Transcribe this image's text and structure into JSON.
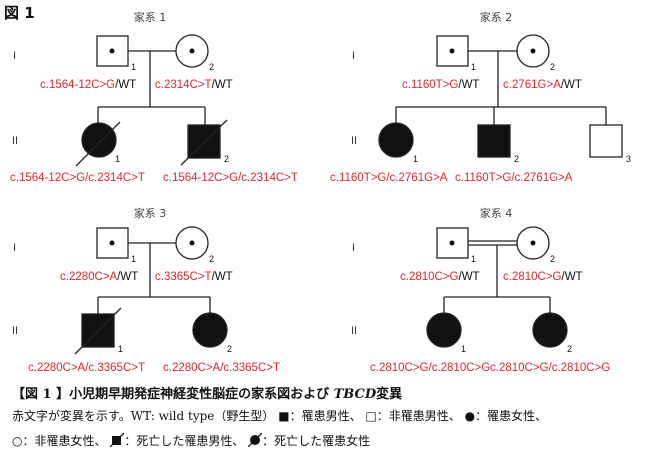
{
  "figure_label": "図 1",
  "families": [
    {
      "title": "家系 1",
      "parents": [
        {
          "num": "1",
          "variant": "c.1564-12C>G",
          "wt": "/WT"
        },
        {
          "num": "2",
          "variant": "c.2314C>T",
          "wt": "/WT"
        }
      ],
      "children": [
        {
          "num": "1",
          "label": "c.1564-12C>G/c.2314C>T"
        },
        {
          "num": "2",
          "label": "c.1564-12C>G/c.2314C>T"
        }
      ]
    },
    {
      "title": "家系 2",
      "parents": [
        {
          "num": "1",
          "variant": "c.1160T>G",
          "wt": "/WT"
        },
        {
          "num": "2",
          "variant": "c.2761G>A",
          "wt": "/WT"
        }
      ],
      "children": [
        {
          "num": "1",
          "label": "c.1160T>G/c.2761G>A"
        },
        {
          "num": "2",
          "label": "c.1160T>G/c.2761G>A"
        },
        {
          "num": "3",
          "label": ""
        }
      ]
    },
    {
      "title": "家系 3",
      "parents": [
        {
          "num": "1",
          "variant": "c.2280C>A",
          "wt": "/WT"
        },
        {
          "num": "2",
          "variant": "c.3365C>T",
          "wt": "/WT"
        }
      ],
      "children": [
        {
          "num": "1",
          "label": "c.2280C>A/c.3365C>T"
        },
        {
          "num": "2",
          "label": "c.2280C>A/c.3365C>T"
        }
      ]
    },
    {
      "title": "家系 4",
      "parents": [
        {
          "num": "1",
          "variant": "c.2810C>G",
          "wt": "/WT"
        },
        {
          "num": "2",
          "variant": "c.2810C>G",
          "wt": "/WT"
        }
      ],
      "children": [
        {
          "num": "1",
          "label": "c.2810C>G/c.2810C>G"
        },
        {
          "num": "2",
          "label": "c.2810C>G/c.2810C>G"
        }
      ]
    }
  ],
  "generations": [
    "I",
    "II"
  ],
  "caption": {
    "prefix": "【図 1 】小児期早期発症神経変性脳症の家系図および ",
    "gene": "TBCD",
    "suffix": "変異"
  },
  "legend": {
    "line1": "赤文字が変異を示す。WT: wild type（野生型）",
    "affected_male": "：罹患男性、",
    "unaffected_male": "：非罹患男性、",
    "affected_female": "：罹患女性、",
    "unaffected_female": "：非罹患女性、",
    "deceased_affected_male": "：死亡した罹患男性、",
    "deceased_affected_female": "：死亡した罹患女性"
  },
  "colors": {
    "variant": "#e0262b",
    "text": "#111111"
  }
}
